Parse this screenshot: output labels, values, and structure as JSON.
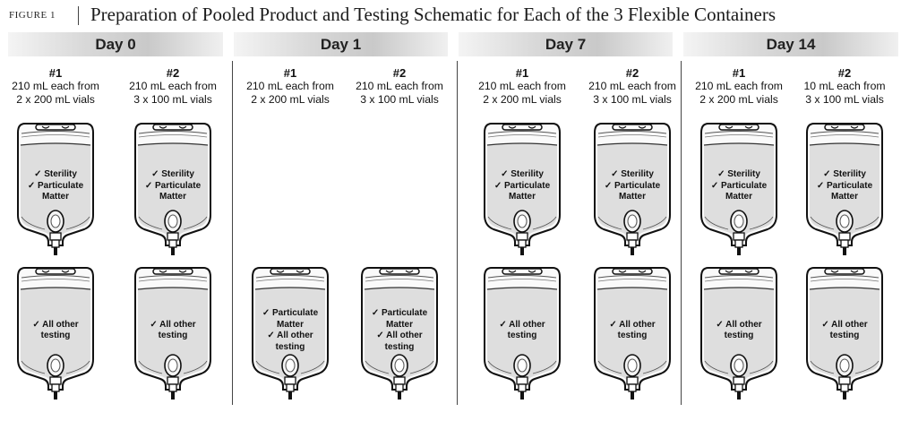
{
  "figure": {
    "label": "FIGURE 1",
    "title": "Preparation of Pooled Product and Testing Schematic for Each of the 3 Flexible Containers"
  },
  "days": [
    {
      "label": "Day 0",
      "groups": [
        {
          "num": "#1",
          "desc": [
            "210 mL each from",
            "2 x 200 mL vials"
          ],
          "bags": [
            [
              "✓ Sterility",
              "✓ Particulate",
              "Matter"
            ],
            [
              "✓ All other",
              "testing"
            ]
          ]
        },
        {
          "num": "#2",
          "desc": [
            "210 mL each from",
            "3 x 100 mL vials"
          ],
          "bags": [
            [
              "✓ Sterility",
              "✓ Particulate",
              "Matter"
            ],
            [
              "✓ All other",
              "testing"
            ]
          ]
        }
      ]
    },
    {
      "label": "Day 1",
      "groups": [
        {
          "num": "#1",
          "desc": [
            "210 mL each from",
            "2 x 200 mL vials"
          ],
          "bags": [
            [
              "✓ Particulate",
              "Matter",
              "✓ All other",
              "testing"
            ]
          ]
        },
        {
          "num": "#2",
          "desc": [
            "210 mL each from",
            "3 x 100 mL vials"
          ],
          "bags": [
            [
              "✓ Particulate",
              "Matter",
              "✓ All other",
              "testing"
            ]
          ]
        }
      ]
    },
    {
      "label": "Day 7",
      "groups": [
        {
          "num": "#1",
          "desc": [
            "210 mL each from",
            "2 x 200 mL vials"
          ],
          "bags": [
            [
              "✓ Sterility",
              "✓ Particulate",
              "Matter"
            ],
            [
              "✓ All other",
              "testing"
            ]
          ]
        },
        {
          "num": "#2",
          "desc": [
            "210 mL each from",
            "3 x 100 mL vials"
          ],
          "bags": [
            [
              "✓ Sterility",
              "✓ Particulate",
              "Matter"
            ],
            [
              "✓ All other",
              "testing"
            ]
          ]
        }
      ]
    },
    {
      "label": "Day 14",
      "groups": [
        {
          "num": "#1",
          "desc": [
            "210 mL each from",
            "2 x 200 mL vials"
          ],
          "bags": [
            [
              "✓ Sterility",
              "✓ Particulate",
              "Matter"
            ],
            [
              "✓ All other",
              "testing"
            ]
          ]
        },
        {
          "num": "#2",
          "desc": [
            "10 mL each from",
            "3 x 100 mL vials"
          ],
          "bags": [
            [
              "✓ Sterility",
              "✓ Particulate",
              "Matter"
            ],
            [
              "✓ All other",
              "testing"
            ]
          ]
        }
      ]
    }
  ]
}
